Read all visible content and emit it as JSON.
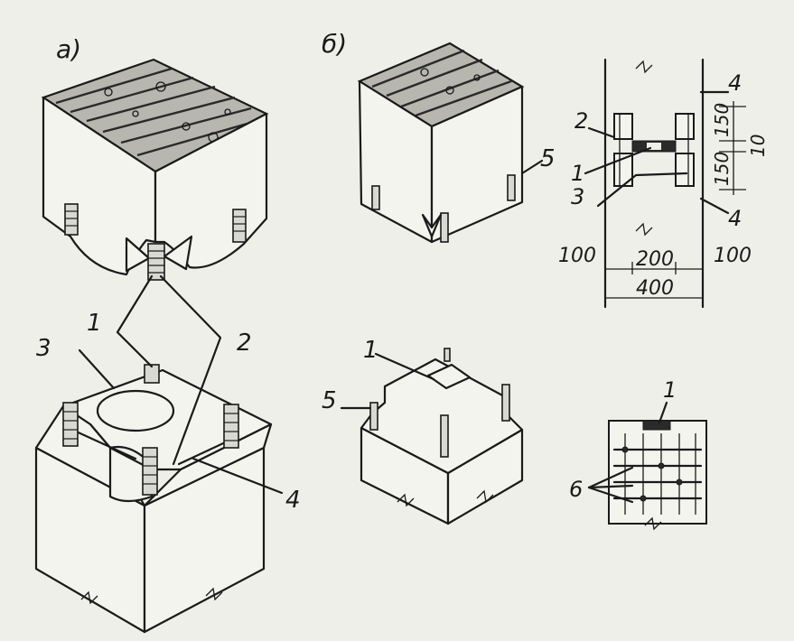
{
  "labels": {
    "part_a": "а)",
    "part_b": "б)"
  },
  "callouts_a": {
    "c1": "1",
    "c2": "2",
    "c3": "3",
    "c4": "4"
  },
  "callouts_b": {
    "c1": "1",
    "c5_top": "5",
    "c5_bottom": "5"
  },
  "section": {
    "c1": "1",
    "c2": "2",
    "c3": "3",
    "c4_top": "4",
    "c4_bottom": "4"
  },
  "dimensions": {
    "d150_top": "150",
    "d150_bottom": "150",
    "d10": "10",
    "d100_left": "100",
    "d200": "200",
    "d100_right": "100",
    "d400": "400"
  },
  "plan": {
    "c1": "1",
    "c6": "6"
  },
  "colors": {
    "ink": "#1a1a1a",
    "paper": "#efefe9"
  }
}
